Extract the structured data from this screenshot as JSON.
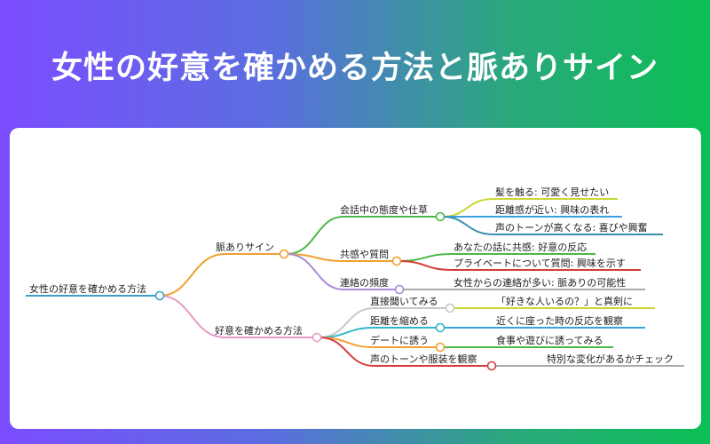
{
  "title": "女性の好意を確かめる方法と脈ありサイン",
  "colors": {
    "root": "#3aa0c8",
    "signs": "#f0a030",
    "methods": "#e89ac8",
    "talk": "#4cb848",
    "sympathy": "#f0a030",
    "contact": "#a98bd8",
    "ask": "#c8c8c8",
    "distance": "#33b7c8",
    "date": "#f0a030",
    "voice_clothes": "#d63c3c",
    "leaf_yellow": "#c8d630",
    "leaf_blue": "#3aa0e0",
    "leaf_teal": "#3a8fb0",
    "leaf_green": "#4cb848",
    "leaf_red": "#d63c3c",
    "leaf_gray": "#aaaaaa"
  },
  "mindmap": {
    "root": "女性の好意を確かめる方法",
    "branches": [
      {
        "label": "脈ありサイン",
        "children": [
          {
            "label": "会話中の態度や仕草",
            "children": [
              "髪を触る: 可愛く見せたい",
              "距離感が近い: 興味の表れ",
              "声のトーンが高くなる: 喜びや興奮"
            ]
          },
          {
            "label": "共感や質問",
            "children": [
              "あなたの話に共感: 好意の反応",
              "プライベートについて質問: 興味を示す"
            ]
          },
          {
            "label": "連絡の頻度",
            "children": [
              "女性からの連絡が多い: 脈ありの可能性"
            ]
          }
        ]
      },
      {
        "label": "好意を確かめる方法",
        "children": [
          {
            "label": "直接聞いてみる",
            "children": [
              "「好きな人いるの？」と真剣に"
            ]
          },
          {
            "label": "距離を縮める",
            "children": [
              "近くに座った時の反応を観察"
            ]
          },
          {
            "label": "デートに誘う",
            "children": [
              "食事や遊びに誘ってみる"
            ]
          },
          {
            "label": "声のトーンや服装を観察",
            "children": [
              "特別な変化があるかチェック"
            ]
          }
        ]
      }
    ]
  }
}
